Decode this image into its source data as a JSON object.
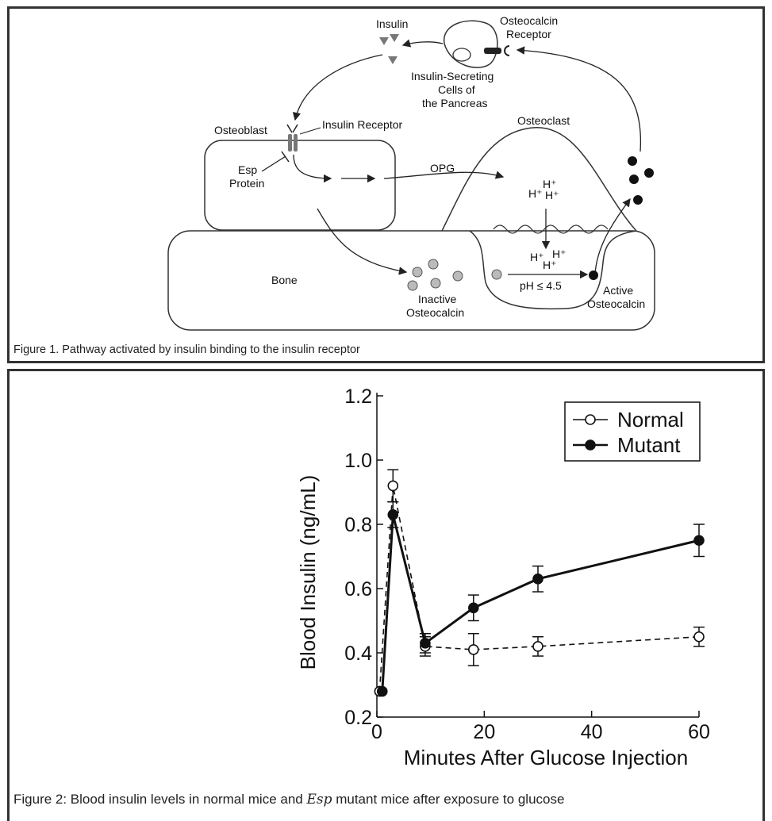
{
  "figure1": {
    "caption": "Figure 1. Pathway activated by insulin binding to the insulin receptor",
    "labels": {
      "insulin": "Insulin",
      "osteocalcin_receptor_line1": "Osteocalcin",
      "osteocalcin_receptor_line2": "Receptor",
      "pancreas_line1": "Insulin-Secreting",
      "pancreas_line2": "Cells of",
      "pancreas_line3": "the Pancreas",
      "osteoblast": "Osteoblast",
      "insulin_receptor": "Insulin Receptor",
      "osteoclast": "Osteoclast",
      "esp_line1": "Esp",
      "esp_line2": "Protein",
      "opg": "OPG",
      "bone": "Bone",
      "inactive_line1": "Inactive",
      "inactive_line2": "Osteocalcin",
      "active_line1": "Active",
      "active_line2": "Osteocalcin",
      "ph": "pH ≤ 4.5",
      "hplus": "H⁺"
    }
  },
  "figure2": {
    "caption_before": "Figure 2: Blood insulin levels in normal mice and ",
    "caption_emph": "Esp",
    "caption_after": " mutant mice after exposure to glucose"
  },
  "chart_data": {
    "type": "line",
    "title": "",
    "xlabel": "Minutes After Glucose Injection",
    "ylabel": "Blood Insulin (ng/mL)",
    "xlim": [
      0,
      60
    ],
    "ylim": [
      0.2,
      1.2
    ],
    "xticks": [
      0,
      20,
      40,
      60
    ],
    "yticks": [
      0.2,
      0.4,
      0.6,
      0.8,
      1.0,
      1.2
    ],
    "xtick_labels": [
      "0",
      "20",
      "40",
      "60"
    ],
    "ytick_labels": [
      "0.2",
      "0.4",
      "0.6",
      "0.8",
      "1.0",
      "1.2"
    ],
    "legend_position": "top-right",
    "series": [
      {
        "name": "Normal",
        "style": "dashed",
        "marker": "open-circle",
        "x": [
          0.5,
          3,
          9,
          18,
          30,
          60
        ],
        "y": [
          0.28,
          0.92,
          0.42,
          0.41,
          0.42,
          0.45
        ],
        "err": [
          0,
          0.05,
          0.03,
          0.05,
          0.03,
          0.03
        ]
      },
      {
        "name": "Mutant",
        "style": "solid",
        "marker": "filled-circle",
        "x": [
          1,
          3,
          9,
          18,
          30,
          60
        ],
        "y": [
          0.28,
          0.83,
          0.43,
          0.54,
          0.63,
          0.75
        ],
        "err": [
          0,
          0.04,
          0.03,
          0.04,
          0.04,
          0.05
        ]
      }
    ],
    "grid": false
  }
}
